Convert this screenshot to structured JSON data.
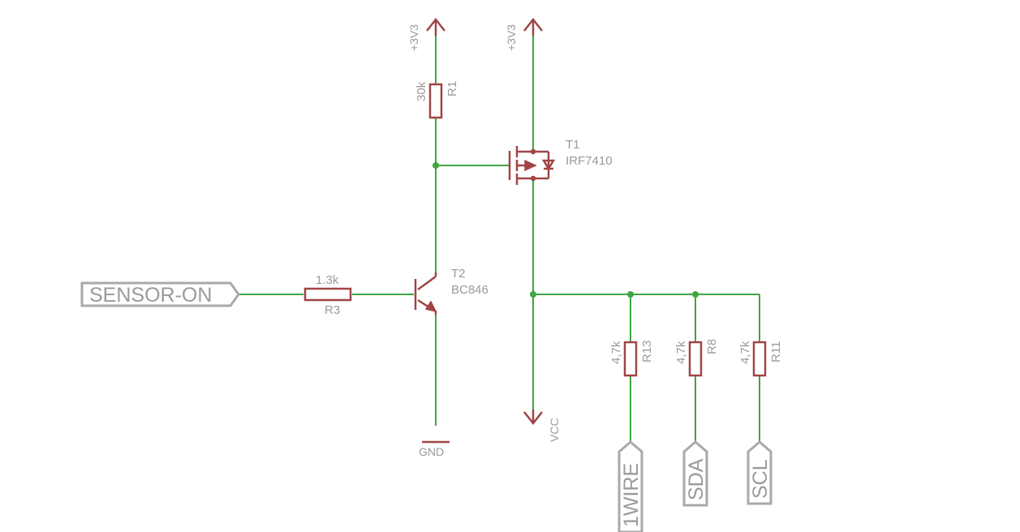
{
  "colors": {
    "wire": "#3fa63f",
    "symbol": "#a04545",
    "text": "#9a9a9a",
    "port": "#a9a9a9"
  },
  "supplies": {
    "p3v3_a": "+3V3",
    "p3v3_b": "+3V3",
    "gnd": "GND",
    "vcc": "VCC"
  },
  "parts": {
    "r1": {
      "name": "R1",
      "value": "30k"
    },
    "r3": {
      "name": "R3",
      "value": "1.3k"
    },
    "r13": {
      "name": "R13",
      "value": "4,7k"
    },
    "r8": {
      "name": "R8",
      "value": "4,7k"
    },
    "r11": {
      "name": "R11",
      "value": "4,7k"
    },
    "t1": {
      "name": "T1",
      "value": "IRF7410"
    },
    "t2": {
      "name": "T2",
      "value": "BC846"
    }
  },
  "ports": {
    "sensor_on": "SENSOR-ON",
    "onewire": "1WIRE",
    "sda": "SDA",
    "scl": "SCL"
  }
}
